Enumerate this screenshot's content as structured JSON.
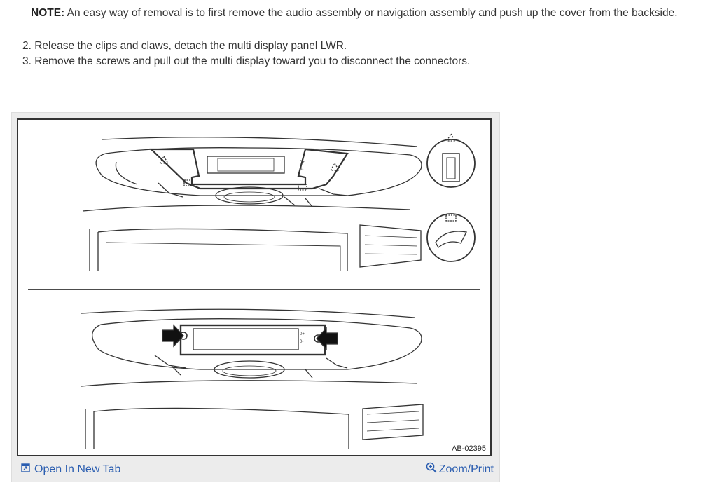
{
  "note": {
    "label": "NOTE:",
    "text": "An easy way of removal is to first remove the audio assembly or navigation assembly and push up the cover from the backside."
  },
  "steps": [
    "2. Release the clips and claws, detach the multi display panel LWR.",
    "3. Remove the screws and pull out the multi display toward you to disconnect the connectors."
  ],
  "figure": {
    "code": "AB-02395",
    "open_label": "Open In New Tab",
    "zoom_label": "Zoom/Print"
  },
  "colors": {
    "link": "#2a5db0",
    "text": "#333333"
  }
}
